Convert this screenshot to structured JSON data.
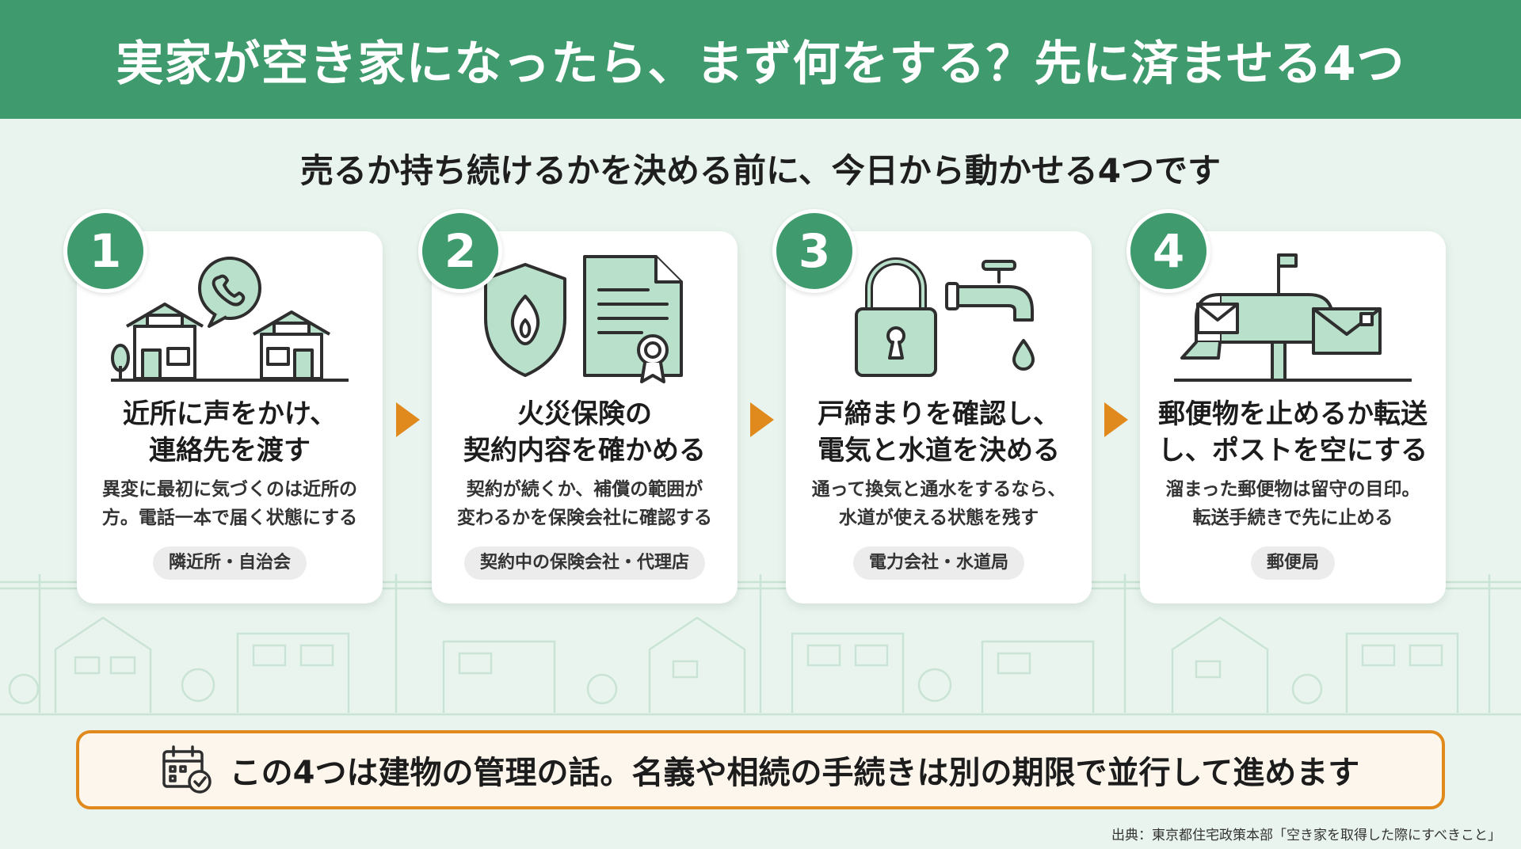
{
  "header": {
    "title": "実家が空き家になったら、まず何をする？先に済ませる4つ"
  },
  "subtitle": "売るか持ち続けるかを決める前に、今日から動かせる4つです",
  "steps": [
    {
      "number": "1",
      "icon": "neighbor-houses-phone-icon",
      "title_lines": [
        "近所に声をかけ、",
        "連絡先を渡す"
      ],
      "desc_lines": [
        "異変に最初に気づくのは近所の",
        "方。電話一本で届く状態にする"
      ],
      "tag": "隣近所・自治会"
    },
    {
      "number": "2",
      "icon": "fire-shield-certificate-icon",
      "title_lines": [
        "火災保険の",
        "契約内容を確かめる"
      ],
      "desc_lines": [
        "契約が続くか、補償の範囲が",
        "変わるかを保険会社に確認する"
      ],
      "tag": "契約中の保険会社・代理店"
    },
    {
      "number": "3",
      "icon": "padlock-faucet-icon",
      "title_lines": [
        "戸締まりを確認し、",
        "電気と水道を決める"
      ],
      "desc_lines": [
        "通って換気と通水をするなら、",
        "水道が使える状態を残す"
      ],
      "tag": "電力会社・水道局"
    },
    {
      "number": "4",
      "icon": "mailbox-envelope-icon",
      "title_lines": [
        "郵便物を止めるか転送",
        "し、ポストを空にする"
      ],
      "desc_lines": [
        "溜まった郵便物は留守の目印。",
        "転送手続きで先に止める"
      ],
      "tag": "郵便局"
    }
  ],
  "note": {
    "icon": "calendar-check-icon",
    "text": "この4つは建物の管理の話。名義や相続の手続きは別の期限で並行して進めます"
  },
  "source": "出典：東京都住宅政策本部「空き家を取得した際にすべきこと」",
  "colors": {
    "header_green": "#3f9b6e",
    "background": "#e9f4ee",
    "arrow_orange": "#e08a1e",
    "icon_fill": "#b9e0cb"
  }
}
